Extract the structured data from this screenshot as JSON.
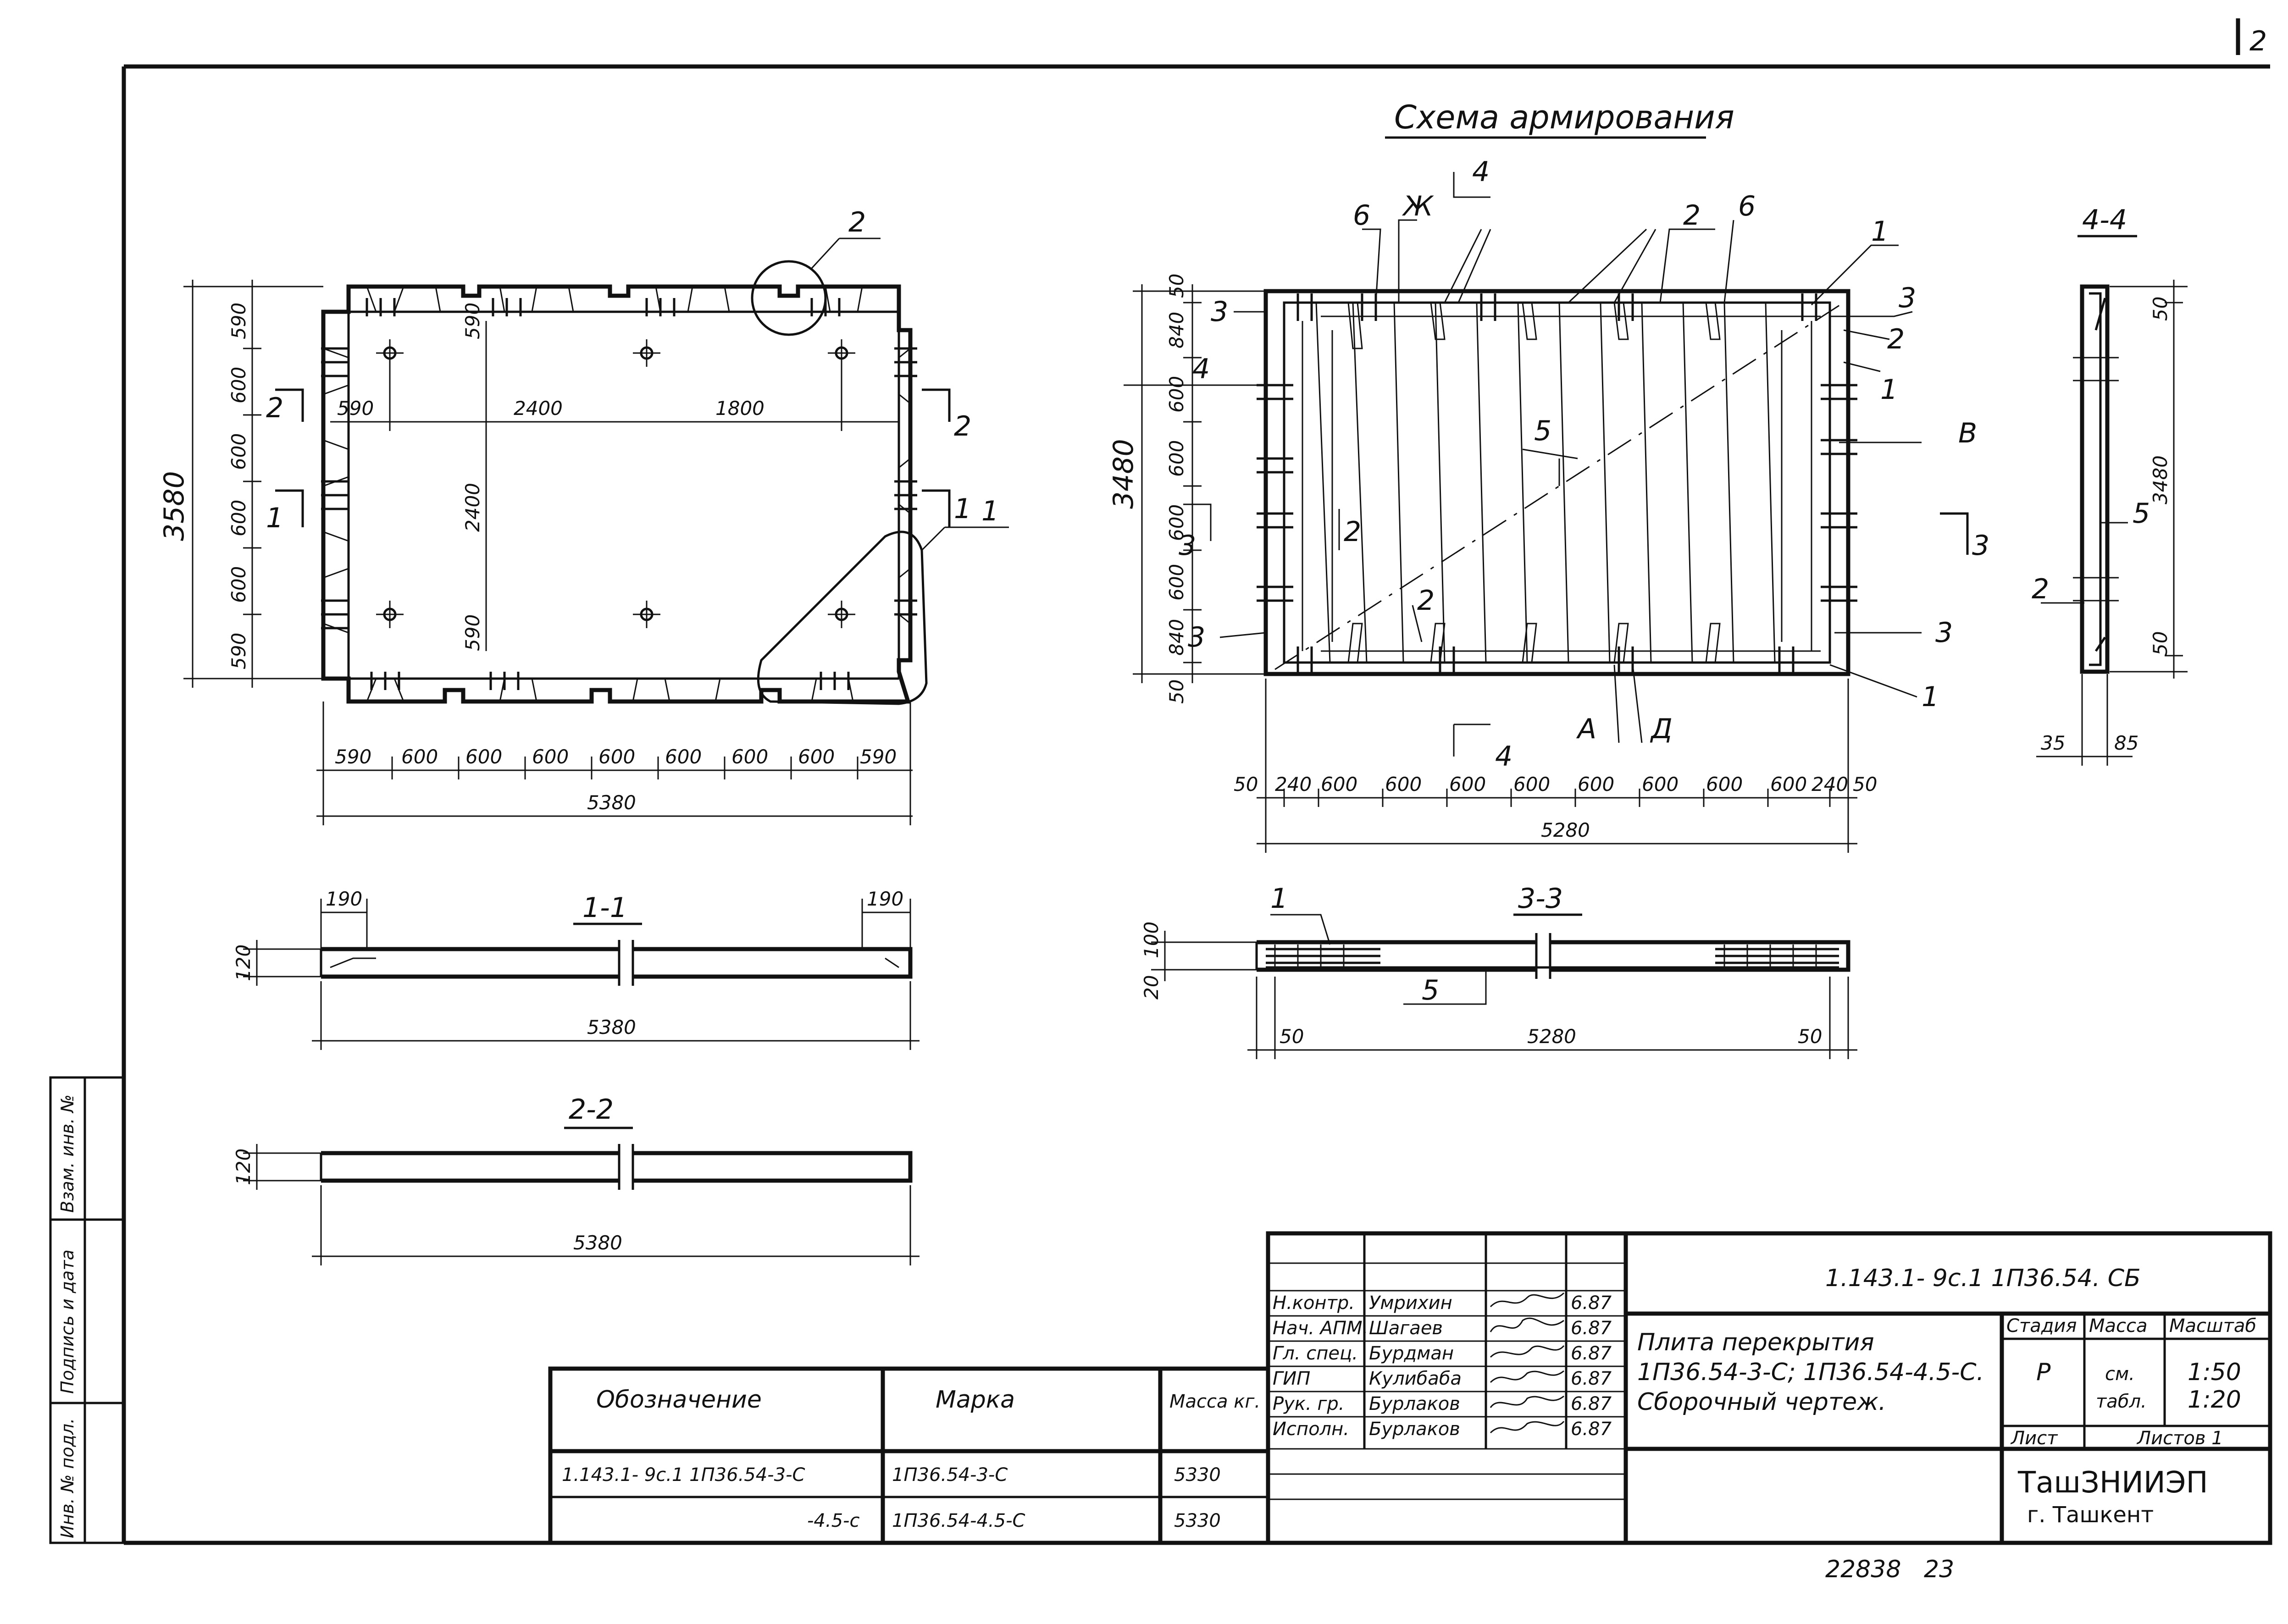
{
  "sheet": {
    "number": "2",
    "stamp": "22838   23"
  },
  "titles": {
    "armature_scheme": "Схема армирования",
    "section_1_1": "1-1",
    "section_2_2": "2-2",
    "section_3_3": "3-3",
    "section_4_4": "4-4"
  },
  "plan_view": {
    "overall_width": "5380",
    "overall_height": "3580",
    "segments_bottom": [
      "590",
      "600",
      "600",
      "600",
      "600",
      "600",
      "600",
      "600",
      "590"
    ],
    "segments_left": [
      "590",
      "600",
      "600",
      "600",
      "600",
      "590"
    ],
    "inner_dims": [
      "590",
      "2400",
      "1800",
      "2400",
      "590",
      "590"
    ],
    "callouts": [
      "2",
      "1",
      "2",
      "2",
      "1",
      "1"
    ]
  },
  "armature_view": {
    "overall_width": "5280",
    "overall_height": "3480",
    "segments_bottom": [
      "50",
      "240",
      "600",
      "600",
      "600",
      "600",
      "600",
      "600",
      "600",
      "600",
      "240",
      "50"
    ],
    "segments_left": [
      "50",
      "840",
      "600",
      "600",
      "600",
      "600",
      "840",
      "50"
    ],
    "position_marks": [
      "1",
      "2",
      "3",
      "4",
      "5",
      "6",
      "Ж",
      "В",
      "А",
      "Д",
      "3",
      "4",
      "2",
      "2",
      "1",
      "1",
      "3",
      "3",
      "6",
      "2",
      "3",
      "4"
    ]
  },
  "section_1_1": {
    "length": "5380",
    "height": "120",
    "end_left": "190",
    "end_right": "190"
  },
  "section_2_2": {
    "length": "5380",
    "height": "120"
  },
  "section_3_3": {
    "length": "5280",
    "h1": "100",
    "h2": "20",
    "end_left": "50",
    "end_right": "50",
    "marks": [
      "1",
      "5"
    ]
  },
  "section_4_4": {
    "height": "3480",
    "top": "50",
    "bottom": "50",
    "w1": "35",
    "w2": "85",
    "marks": [
      "5",
      "2"
    ]
  },
  "spec_table": {
    "headers": [
      "Обозначение",
      "Марка",
      "Масса кг."
    ],
    "rows": [
      [
        "1.143.1- 9с.1 1П36.54-3-С",
        "1П36.54-3-С",
        "5330"
      ],
      [
        "-4.5-с",
        "1П36.54-4.5-С",
        "5330"
      ]
    ]
  },
  "title_block": {
    "code": "1.143.1- 9с.1 1П36.54. СБ",
    "signatures": [
      {
        "role": "Н.контр.",
        "name": "Умрихин",
        "date": "6.87"
      },
      {
        "role": "Нач. АПМ.",
        "name": "Шагаев",
        "date": "6.87"
      },
      {
        "role": "Гл. спец.",
        "name": "Бурдман",
        "date": "6.87"
      },
      {
        "role": "ГИП",
        "name": "Кулибаба",
        "date": "6.87"
      },
      {
        "role": "Рук. гр.",
        "name": "Бурлаков",
        "date": "6.87"
      },
      {
        "role": "Исполн.",
        "name": "Бурлаков",
        "date": "6.87"
      }
    ],
    "description": [
      "Плита перекрытия",
      "1П36.54-3-С; 1П36.54-4.5-С.",
      "Сборочный чертеж."
    ],
    "stage_header": "Стадия",
    "mass_header": "Масса",
    "scale_header": "Масштаб",
    "stage": "Р",
    "mass": [
      "см.",
      "табл."
    ],
    "scales": [
      "1:50",
      "1:20"
    ],
    "sheet_label": "Лист",
    "sheets_label": "Листов 1",
    "org": "ТашЗНИИЭП",
    "city": "г. Ташкент"
  },
  "side_stamp": [
    "Инв. № подл.",
    "Подпись и дата",
    "Взам. инв. №"
  ]
}
